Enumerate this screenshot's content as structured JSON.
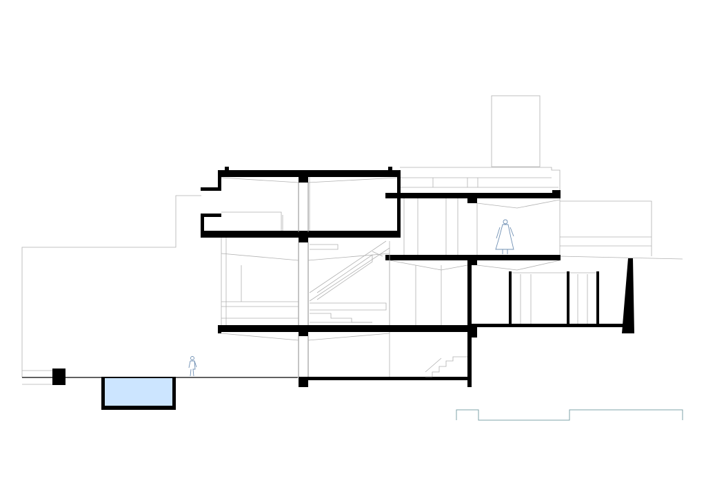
{
  "drawing": {
    "type": "architectural-section",
    "colors": {
      "background": "#ffffff",
      "structure": "#000000",
      "line": "#b0b0b0",
      "pool_water": "#cce5ff",
      "figure": "#6f8fb3",
      "site_line": "#7fa3a8"
    },
    "elements": [
      "building-section",
      "pool",
      "human-figure",
      "human-figure",
      "site-outline",
      "chimney"
    ]
  }
}
